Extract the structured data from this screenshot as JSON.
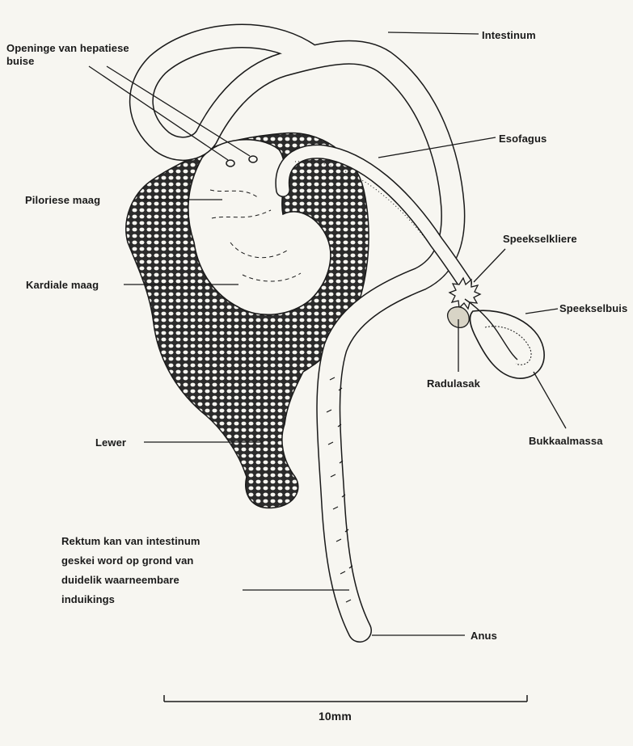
{
  "labels": {
    "openinge_line1": "Openinge van hepatiese",
    "openinge_line2": "buise",
    "intestinum": "Intestinum",
    "esofagus": "Esofagus",
    "piloriese": "Piloriese maag",
    "kardiale": "Kardiale maag",
    "speekselkliere": "Speekselkliere",
    "speekselbuis": "Speekselbuis",
    "radulasak": "Radulasak",
    "bukkaalmassa": "Bukkaalmassa",
    "lewer": "Lewer",
    "rektum_line1": "Rektum kan van intestinum",
    "rektum_line2": "geskei word op grond van",
    "rektum_line3": "duidelik waarneembare",
    "rektum_line4": "induikings",
    "anus": "Anus"
  },
  "scale_bar": {
    "label": "10mm"
  },
  "colors": {
    "ink": "#1a1a1a",
    "paper": "#f7f6f1",
    "liver_fill": "#2b2b2b"
  }
}
